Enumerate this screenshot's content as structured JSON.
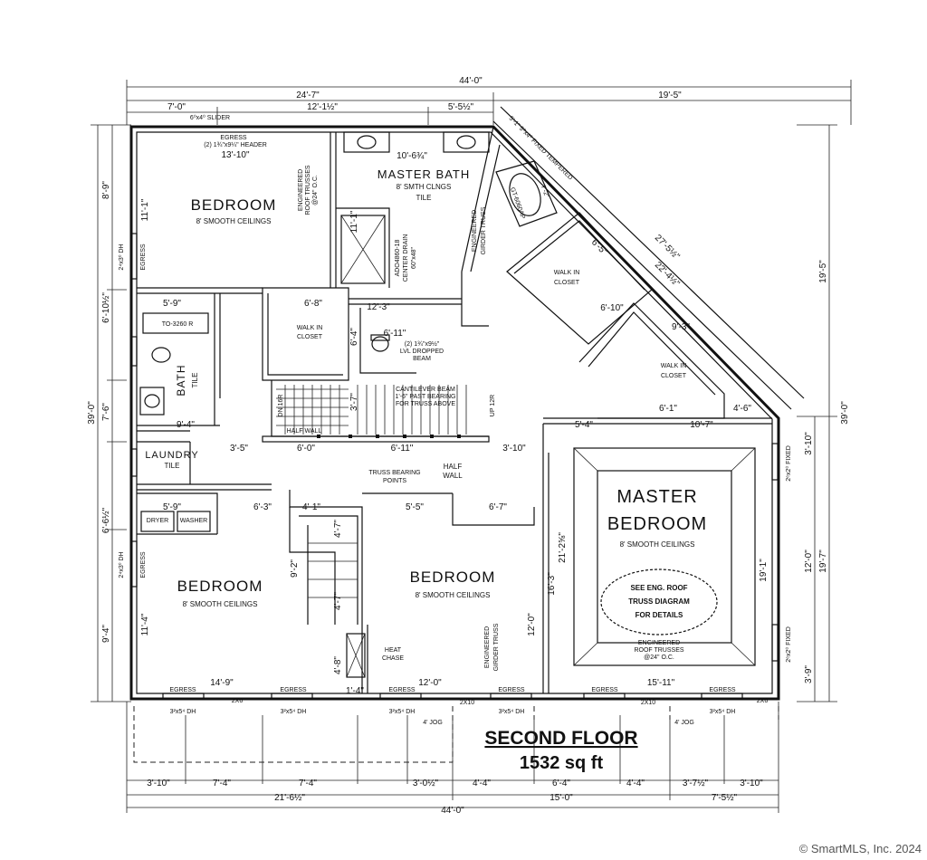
{
  "title": {
    "line1": "SECOND FLOOR",
    "line2": "1532 sq ft"
  },
  "watermark": "© SmartMLS, Inc.  2024",
  "dims_top": {
    "overall": "44'-0\"",
    "left_total": "24'-7\"",
    "right_total": "19'-5\"",
    "seg_a": "7'-0\"",
    "seg_b": "12'-1½\"",
    "seg_c": "5'-5½\""
  },
  "dims_bottom": {
    "seg1": "3'-10\"",
    "seg2": "7'-4\"",
    "seg3": "7'-4\"",
    "seg4": "3'-0½\"",
    "seg5": "4'-4\"",
    "seg6": "6'-4\"",
    "seg7": "4'-4\"",
    "seg8": "3'-7½\"",
    "seg9": "3'-10\"",
    "sub_left": "21'-6½\"",
    "sub_mid": "15'-0\"",
    "sub_right": "7'-5½\"",
    "overall": "44'-0\""
  },
  "dims_left": {
    "overall": "39'-0\"",
    "seg1": "8'-9\"",
    "seg2": "6'-10½\"",
    "seg3": "7'-6\"",
    "seg4": "6'-6½\"",
    "seg5": "9'-4\""
  },
  "dims_right": {
    "overall": "39'-0\"",
    "upper": "19'-5\"",
    "lower": "19'-7\"",
    "seg1": "3'-10\"",
    "seg2": "12'-0\"",
    "seg3": "3'-9\""
  },
  "rooms": {
    "bedroom_nw": "BEDROOM",
    "bedroom_nw_ceiling": "8' SMOOTH CEILINGS",
    "bedroom_nw_dim": "13'-10\"",
    "bedroom_nw_depth": "11'-1\"",
    "master_bath": "MASTER BATH",
    "master_bath_ceiling": "8' SMTH CLNGS",
    "master_bath_tile": "TILE",
    "master_bath_dim": "10'-6¾\"",
    "walkin_center": "WALK IN",
    "walkin_center_2": "CLOSET",
    "walkin_ne1": "WALK IN",
    "walkin_ne1_2": "CLOSET",
    "walkin_ne2": "WALK IN",
    "walkin_ne2_2": "CLOSET",
    "bath": "BATH",
    "bath_tile": "TILE",
    "laundry": "LAUNDRY",
    "laundry_tile": "TILE",
    "dryer": "DRYER",
    "washer": "WASHER",
    "bedroom_sw": "BEDROOM",
    "bedroom_sw_ceiling": "8' SMOOTH CEILINGS",
    "bedroom_sw_dim": "14'-9\"",
    "bedroom_sw_depth": "11'-4\"",
    "bedroom_s": "BEDROOM",
    "bedroom_s_ceiling": "8' SMOOTH CEILINGS",
    "bedroom_s_dim": "12'-0\"",
    "bedroom_s_depth": "12'-0\"",
    "master_bedroom_1": "MASTER",
    "master_bedroom_2": "BEDROOM",
    "master_bedroom_ceiling": "8' SMOOTH CEILINGS",
    "master_bedroom_dim": "15'-11\"",
    "master_bedroom_depth": "19'-1\"",
    "heat_chase_1": "HEAT",
    "heat_chase_2": "CHASE"
  },
  "notes": {
    "slider": "6⁰x4⁰ SLIDER",
    "egress_header": "EGRESS",
    "header_note": "(2) 1¾\"x9¼\" HEADER",
    "eng_truss_1": "ENGINEERED",
    "eng_truss_2": "ROOF TRUSSES",
    "eng_truss_3": "@24\" O.C.",
    "girder_1": "ENGINEERED",
    "girder_2": "GIRDER TRUSS",
    "girder_s_1": "ENGINEERED",
    "girder_s_2": "GIRDER TRUSS",
    "shower_1": "ADO4860-18",
    "shower_2": "CENTER DRAIN",
    "shower_3": "60\"x48\"",
    "tub": "GT-6060AP",
    "tub_dim": "7'-2\"",
    "window_4x3": "2⁴x3⁰ DH",
    "fixed_ne": "5'-1\" 5⁰x4⁰ FIXED TEMPERED",
    "dropped_beam_1": "(2) 1¾\"x9½\"",
    "dropped_beam_2": "LVL DROPPED",
    "dropped_beam_3": "BEAM",
    "cantilever_1": "CANTILEVER BEAM",
    "cantilever_2": "1'-6\" PAST BEARING",
    "cantilever_3": "FOR TRUSS ABOVE",
    "truss_bearing_1": "TRUSS BEARING",
    "truss_bearing_2": "POINTS",
    "half_wall_1": "HALF",
    "half_wall_2": "WALL",
    "half_wall_stair": "HALF WALL",
    "to_3260": "TO-3260 R",
    "dn": "DN 16R",
    "up": "UP 12R",
    "see_eng_1": "SEE ENG. ROOF",
    "see_eng_2": "TRUSS DIAGRAM",
    "see_eng_3": "FOR DETAILS",
    "eng_truss_mb_1": "ENGINEERED",
    "eng_truss_mb_2": "ROOF TRUSSES",
    "eng_truss_mb_3": "@24\" O.C.",
    "fixed_e1": "2⁶x2⁰ FIXED",
    "fixed_e2": "2⁶x2⁰ FIXED",
    "egress": "EGRESS",
    "dh": "3²x5⁴ DH",
    "jog": "4' JOG",
    "twox6": "2X6",
    "twox10": "2X10",
    "diag_1": "27'-5½\"",
    "diag_2": "22'-4½\"",
    "diag_3": "6'-5\"",
    "d_6_10": "6'-10\"",
    "d_9_3": "9'-3\"",
    "d_6_1": "6'-1\"",
    "d_4_6": "4'-6\"",
    "d_10_7": "10'-7\"",
    "d_5_4": "5'-4\"",
    "d_3_10": "3'-10\"",
    "d_6_11a": "6'-11\"",
    "d_6_11b": "6'-11\"",
    "d_6_0": "6'-0\"",
    "d_3_5": "3'-5\"",
    "d_9_4": "9'-4\"",
    "d_5_9a": "5'-9\"",
    "d_5_9b": "5'-9\"",
    "d_6_8": "6'-8\"",
    "d_6_3": "6'-3\"",
    "d_6_7": "6'-7\"",
    "d_4_1": "4'-1\"",
    "d_4_7a": "4'-7\"",
    "d_4_7b": "4'-7\"",
    "d_4_8": "4'-8\"",
    "d_9_2": "9'-2\"",
    "d_5_5": "5'-5\"",
    "d_16_3": "16'-3\"",
    "d_21_2": "21'-2⅝\"",
    "d_11_1": "11'-1\"",
    "d_12_3": "12'-3\"",
    "d_6_4": "6'-4\"",
    "d_3_7": "3'-7\"",
    "d_1_4": "1'-4\""
  }
}
